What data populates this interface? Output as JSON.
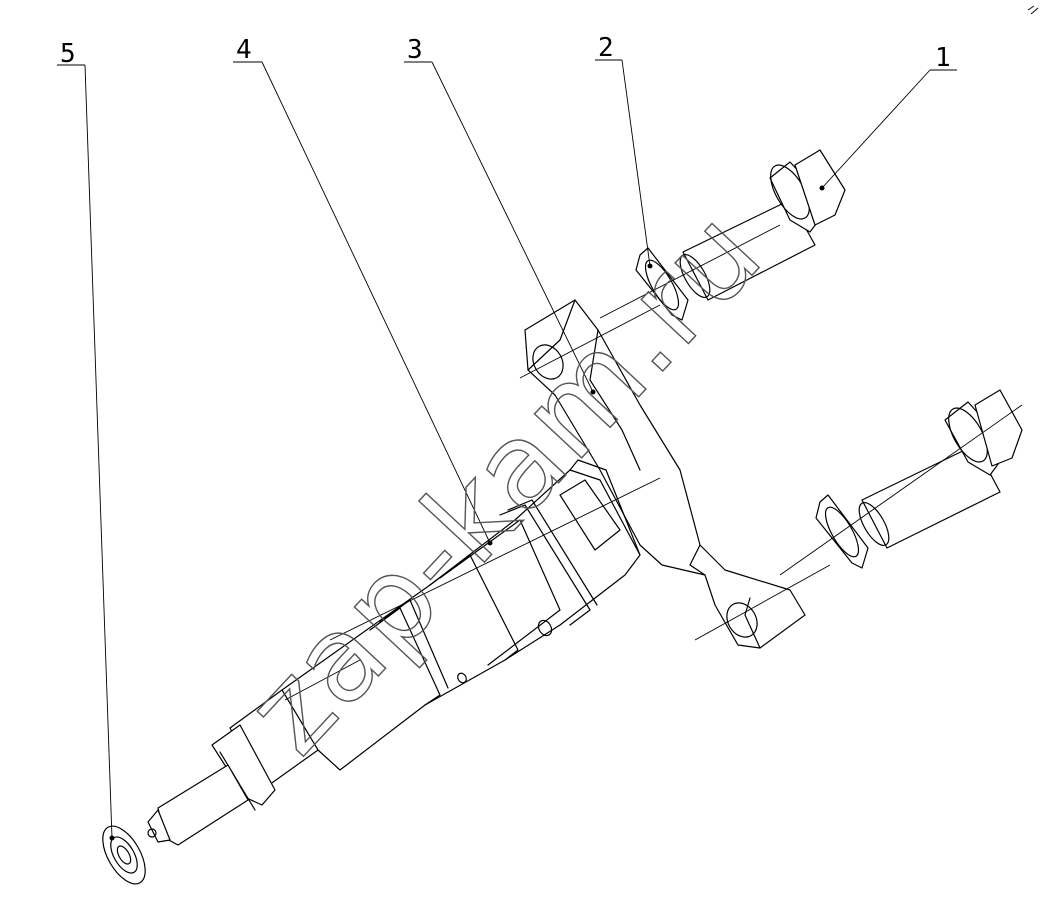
{
  "callouts": [
    {
      "id": "1",
      "label": "1"
    },
    {
      "id": "2",
      "label": "2"
    },
    {
      "id": "3",
      "label": "3"
    },
    {
      "id": "4",
      "label": "4"
    },
    {
      "id": "5",
      "label": "5"
    }
  ],
  "watermark": "zap-kam.ru",
  "colors": {
    "line": "#000000",
    "background": "#ffffff",
    "watermark": "#555555"
  }
}
